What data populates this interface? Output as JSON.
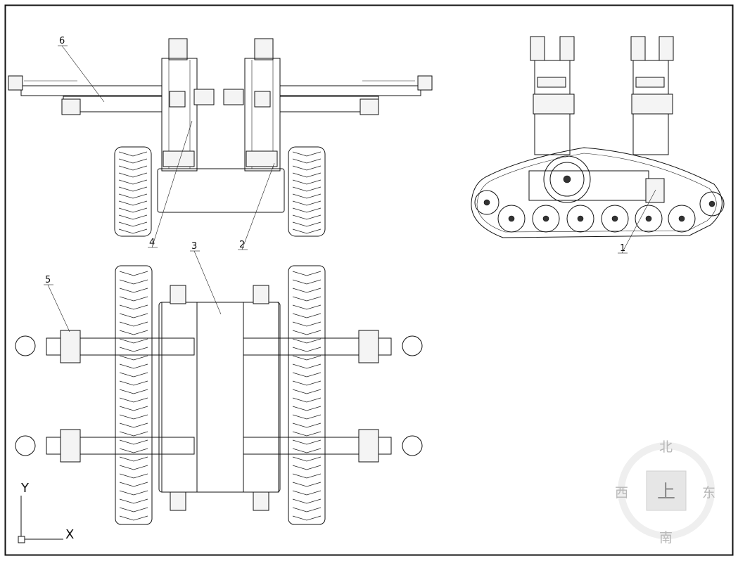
{
  "callouts": {
    "c1": "1",
    "c2": "2",
    "c3": "3",
    "c4": "4",
    "c5": "5",
    "c6": "6"
  },
  "ucs": {
    "x_label": "X",
    "y_label": "Y"
  },
  "viewcube": {
    "north": "北",
    "south": "南",
    "east": "东",
    "west": "西",
    "face": "上"
  },
  "colors": {
    "line": "#111111",
    "compass_text": "#b8b8b8",
    "compass_face": "#e6e6e6"
  }
}
